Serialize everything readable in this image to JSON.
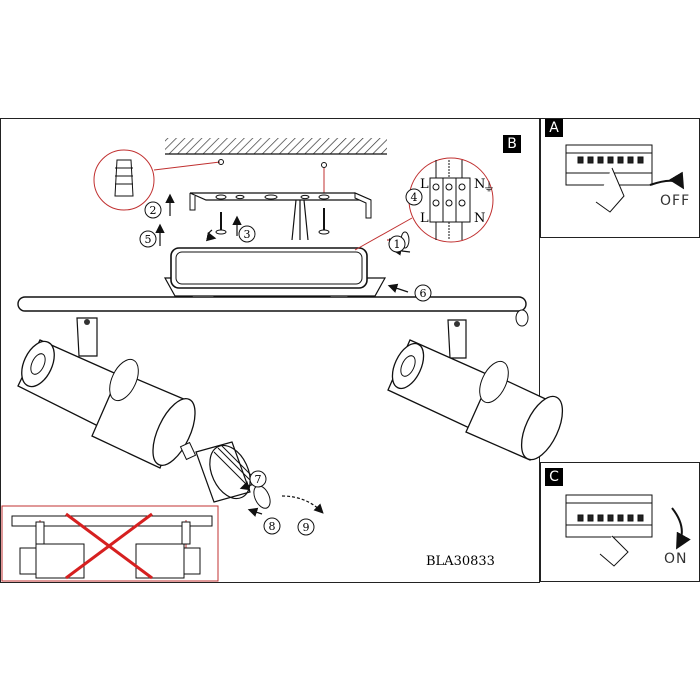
{
  "main_panel": {
    "label": "B",
    "model_code": "BLA30833"
  },
  "panel_off": {
    "label": "A",
    "state_text": "OFF"
  },
  "panel_on": {
    "label": "C",
    "state_text": "ON"
  },
  "steps": [
    "1",
    "2",
    "3",
    "4",
    "5",
    "6",
    "7",
    "8",
    "9"
  ],
  "terminal_labels": {
    "live": "L",
    "neutral": "N"
  },
  "colors": {
    "warning_red": "#d62020",
    "line": "#1a1a1a"
  }
}
